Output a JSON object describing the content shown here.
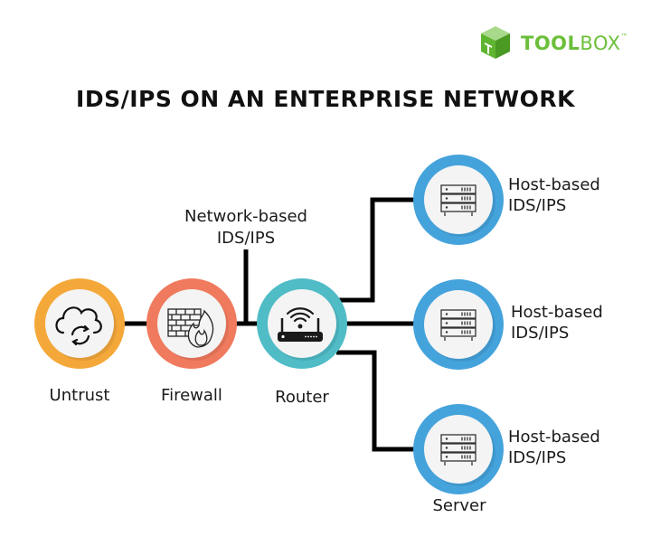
{
  "brand": {
    "name_bold": "TOOL",
    "name_light": "BOX",
    "trademark": "™",
    "color": "#6cbf3a"
  },
  "title": "IDS/IPS ON AN ENTERPRISE NETWORK",
  "nodes": {
    "untrust": {
      "label": "Untrust",
      "icon": "cloud-sync-icon",
      "color": "#f5a83a"
    },
    "firewall": {
      "label": "Firewall",
      "icon": "firewall-icon",
      "color": "#f07a5e"
    },
    "router": {
      "label": "Router",
      "icon": "wifi-router-icon",
      "color": "#4fbcc6"
    },
    "hosts": [
      {
        "label_line1": "Host-based",
        "label_line2": "IDS/IPS",
        "icon": "server-rack-icon",
        "color": "#45a3dc"
      },
      {
        "label_line1": "Host-based",
        "label_line2": "IDS/IPS",
        "icon": "server-rack-icon",
        "color": "#45a3dc"
      },
      {
        "label_line1": "Host-based",
        "label_line2": "IDS/IPS",
        "icon": "server-rack-icon",
        "color": "#45a3dc"
      }
    ],
    "server_label": "Server"
  },
  "network_ids": {
    "line1": "Network-based",
    "line2": "IDS/IPS"
  }
}
